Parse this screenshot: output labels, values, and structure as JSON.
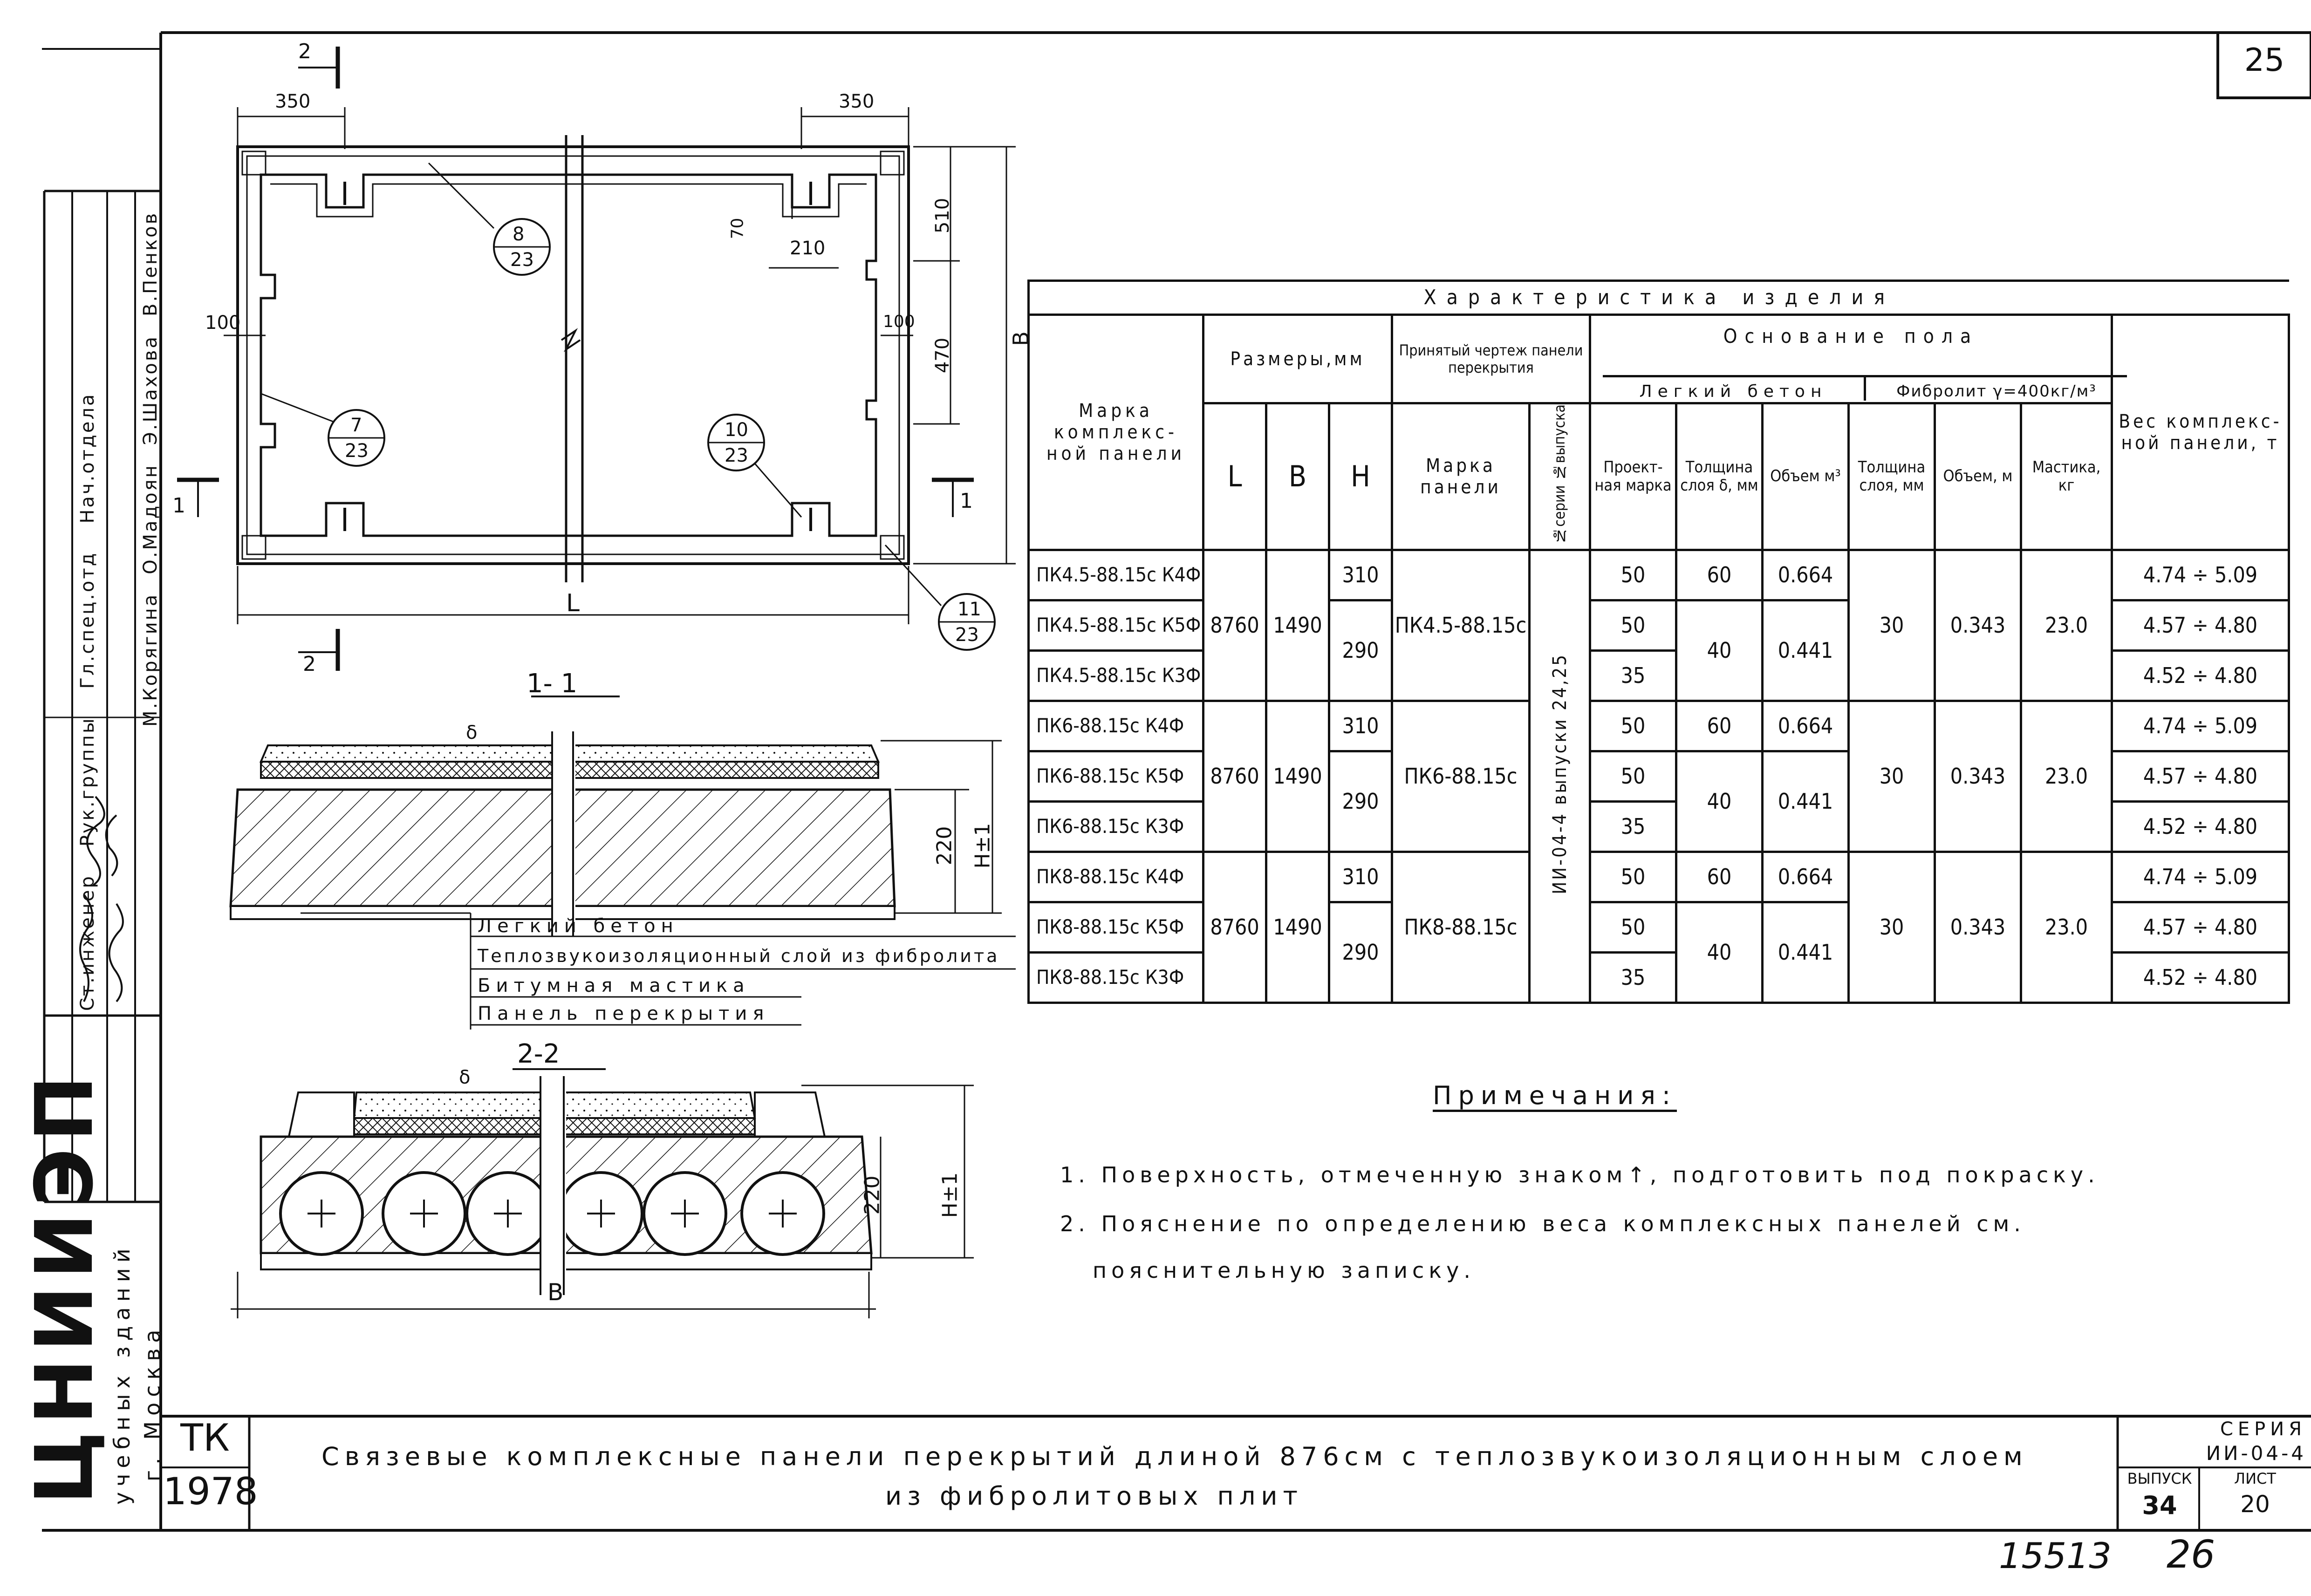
{
  "sheet": {
    "number": "25",
    "bottom_code": "15513",
    "bottom_page": "26"
  },
  "plan": {
    "dim_350": "350",
    "dim_510": "510",
    "dim_470": "470",
    "dim_210": "210",
    "dim_70": "70",
    "dim_100": "100",
    "B": "B",
    "L": "L",
    "mark_1": "1",
    "mark_2": "2",
    "callouts": [
      {
        "top": "8",
        "bottom": "23"
      },
      {
        "top": "7",
        "bottom": "23"
      },
      {
        "top": "10",
        "bottom": "23"
      },
      {
        "top": "11",
        "bottom": "23"
      }
    ]
  },
  "section_1": {
    "title": "1- 1",
    "delta": "δ",
    "h220": "220",
    "H": "H±1",
    "legend": [
      "Легкий бетон",
      "Теплозвукоизоляционный слой из фибролита",
      "Битумная мастика",
      "Панель перекрытия"
    ]
  },
  "section_2": {
    "title": "2-2",
    "delta": "δ",
    "h220": "220",
    "H": "H±1",
    "B": "B"
  },
  "table": {
    "title": "Характеристика изделия",
    "col_mark": "Марка комплекс-ной панели",
    "col_sizes": "Размеры,мм",
    "col_L": "L",
    "col_B": "B",
    "col_H": "H",
    "col_drawing": "Принятый чертеж панели перекрытия",
    "col_panel_mark": "Марка панели",
    "col_series": "№серии №выпуска",
    "col_base": "Основание пола",
    "col_light_concrete": "Легкий бетон",
    "col_fibrolite": "Фибролит γ=400кг/м³",
    "col_proj_mark": "Проект-ная марка",
    "col_thickness": "Толщина слоя δ, мм",
    "col_volume": "Объем м³",
    "col_fib_thickness": "Толщина слоя, мм",
    "col_fib_volume": "Объем, м",
    "col_mastic": "Мастика, кг",
    "col_weight": "Вес комплекс-ной панели, т",
    "series_value": "ИИ-04-4 выпуски 24,25",
    "groups": [
      {
        "L": "8760",
        "B": "1490",
        "panel_mark": "ПК4.5-88.15с",
        "fib_thickness": "30",
        "fib_volume": "0.343",
        "mastic": "23.0",
        "rows": [
          {
            "mark": "ПК4.5-88.15с К4Ф",
            "H": "310",
            "proj_mark": "50",
            "thickness": "60",
            "volume": "0.664",
            "weight": "4.74 ÷ 5.09"
          },
          {
            "mark": "ПК4.5-88.15с К5Ф",
            "H": "290",
            "proj_mark": "50",
            "thickness": "40",
            "volume": "0.441",
            "weight": "4.57 ÷ 4.80"
          },
          {
            "mark": "ПК4.5-88.15с К3Ф",
            "proj_mark": "35",
            "weight": "4.52 ÷ 4.80"
          }
        ]
      },
      {
        "L": "8760",
        "B": "1490",
        "panel_mark": "ПК6-88.15с",
        "fib_thickness": "30",
        "fib_volume": "0.343",
        "mastic": "23.0",
        "rows": [
          {
            "mark": "ПК6-88.15с К4Ф",
            "H": "310",
            "proj_mark": "50",
            "thickness": "60",
            "volume": "0.664",
            "weight": "4.74 ÷ 5.09"
          },
          {
            "mark": "ПК6-88.15с К5Ф",
            "H": "290",
            "proj_mark": "50",
            "thickness": "40",
            "volume": "0.441",
            "weight": "4.57 ÷ 4.80"
          },
          {
            "mark": "ПК6-88.15с К3Ф",
            "proj_mark": "35",
            "weight": "4.52 ÷ 4.80"
          }
        ]
      },
      {
        "L": "8760",
        "B": "1490",
        "panel_mark": "ПК8-88.15с",
        "fib_thickness": "30",
        "fib_volume": "0.343",
        "mastic": "23.0",
        "rows": [
          {
            "mark": "ПК8-88.15с К4Ф",
            "H": "310",
            "proj_mark": "50",
            "thickness": "60",
            "volume": "0.664",
            "weight": "4.74 ÷ 5.09"
          },
          {
            "mark": "ПК8-88.15с К5Ф",
            "H": "290",
            "proj_mark": "50",
            "thickness": "40",
            "volume": "0.441",
            "weight": "4.57 ÷ 4.80"
          },
          {
            "mark": "ПК8-88.15с К3Ф",
            "proj_mark": "35",
            "weight": "4.52 ÷ 4.80"
          }
        ]
      }
    ]
  },
  "notes": {
    "title": "Примечания:",
    "items": [
      "1. Поверхность, отмеченную знаком↑, подготовить под покраску.",
      "2. Пояснение по определению веса комплексных панелей см.",
      "пояснительную записку."
    ]
  },
  "title_block": {
    "tk": "ТК",
    "year": "1978",
    "title_line1": "Связевые комплексные панели перекрытий длиной 876см с теплозвукоизоляционным слоем",
    "title_line2": "из фибролитовых плит",
    "series_label": "СЕРИЯ",
    "series_value": "ИИ-04-4",
    "issue_label": "ВЫПУСК",
    "issue_value": "34",
    "sheet_label": "ЛИСТ",
    "sheet_value": "20"
  },
  "stamp": {
    "org": "ЦНИИЭП",
    "org_sub1": "учебных зданий",
    "org_sub2": "г. Москва",
    "roles": [
      "Ст.инженер",
      "Рук.группы",
      "Гл.спец.отд",
      "Нач.отдела"
    ],
    "names": [
      "М.Корягина",
      "О.Мадоян",
      "Э.Шахова",
      "В.Пенков"
    ]
  }
}
